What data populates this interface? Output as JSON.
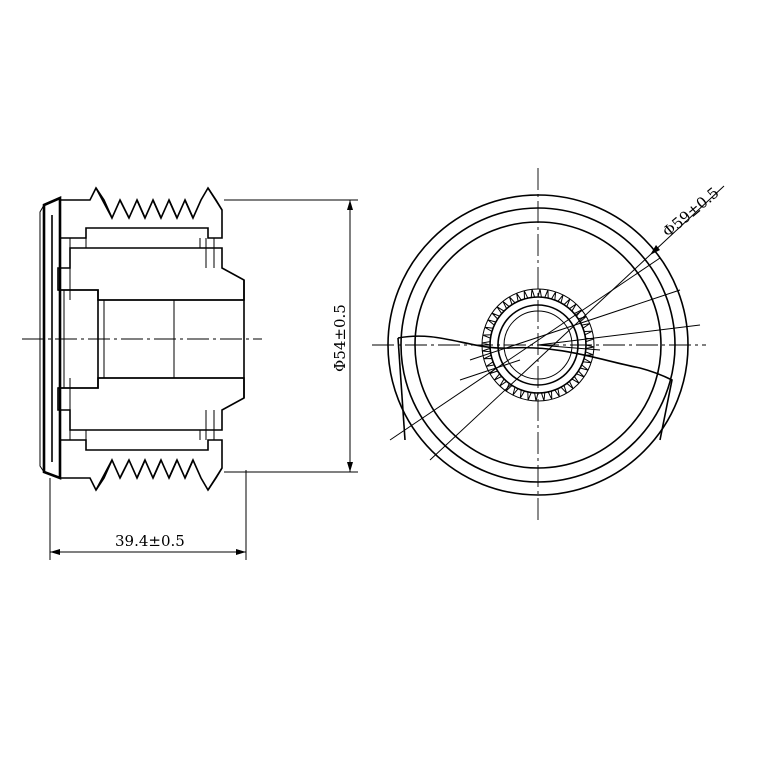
{
  "dimensions": {
    "width_label": "39.4±0.5",
    "small_diameter_label": "Φ54±0.5",
    "large_diameter_label": "Φ59±0.5"
  }
}
